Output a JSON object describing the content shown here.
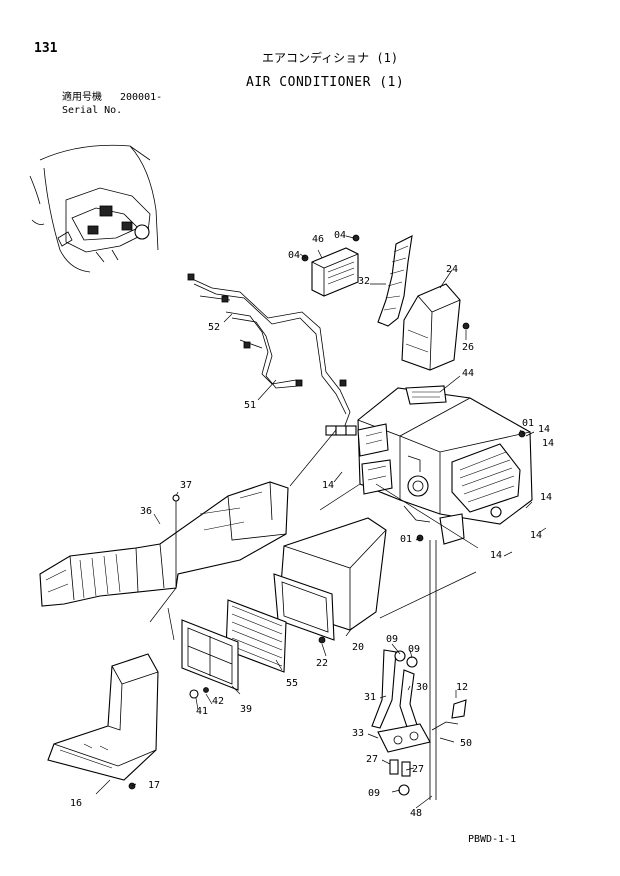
{
  "header": {
    "page_number": "131",
    "title_jp": "エアコンディショナ (1)",
    "title_en": "AIR CONDITIONER (1)",
    "serial_label_jp": "適用号機",
    "serial_label_en": "Serial No.",
    "serial_value": "200001-"
  },
  "footer": {
    "code": "PBWD-1-1"
  },
  "callouts": {
    "c04a": "04",
    "c46": "46",
    "c04b": "04",
    "c32": "32",
    "c24": "24",
    "c52": "52",
    "c26": "26",
    "c44": "44",
    "c51": "51",
    "c01a": "01",
    "c14a": "14",
    "c14b": "14",
    "c37": "37",
    "c14c": "14",
    "c36": "36",
    "c14d": "14",
    "c01b": "01",
    "c14e": "14",
    "c20": "20",
    "c22": "22",
    "c09a": "09",
    "c09b": "09",
    "c55": "55",
    "c30": "30",
    "c31": "31",
    "c12": "12",
    "c42": "42",
    "c41": "41",
    "c39": "39",
    "c33": "33",
    "c50": "50",
    "c27a": "27",
    "c27b": "27",
    "c17": "17",
    "c09c": "09",
    "c16": "16",
    "c48": "48"
  }
}
